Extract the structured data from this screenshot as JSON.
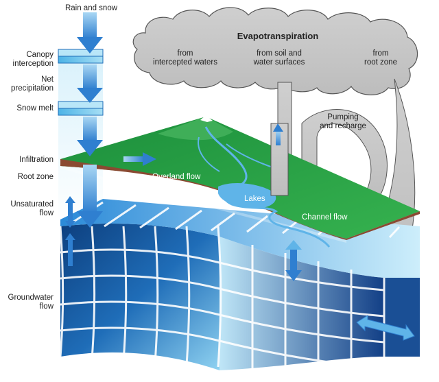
{
  "left_labels": {
    "rain": "Rain and snow",
    "canopy": "Canopy\ninterception",
    "net": "Net\nprecipitation",
    "snow": "Snow melt",
    "infiltration": "Infiltration",
    "root": "Root zone",
    "unsat": "Unsaturated\nflow",
    "groundwater": "Groundwater\nflow"
  },
  "cloud": {
    "title": "Evapotranspiration",
    "col1": "from\nintercepted waters",
    "col2": "from soil and\nwater surfaces",
    "col3": "from\nroot zone"
  },
  "surface": {
    "overland": "Overland flow",
    "lakes": "Lakes",
    "channel": "Channel flow"
  },
  "pumping": "Pumping\nand recharge",
  "colors": {
    "arrow_blue": "#2f7fd0",
    "grid_blue": "#1f6db8",
    "grid_light": "#bfe6f7",
    "land_green": "#2aa64a",
    "cloud_gray": "#c8c8c8"
  }
}
